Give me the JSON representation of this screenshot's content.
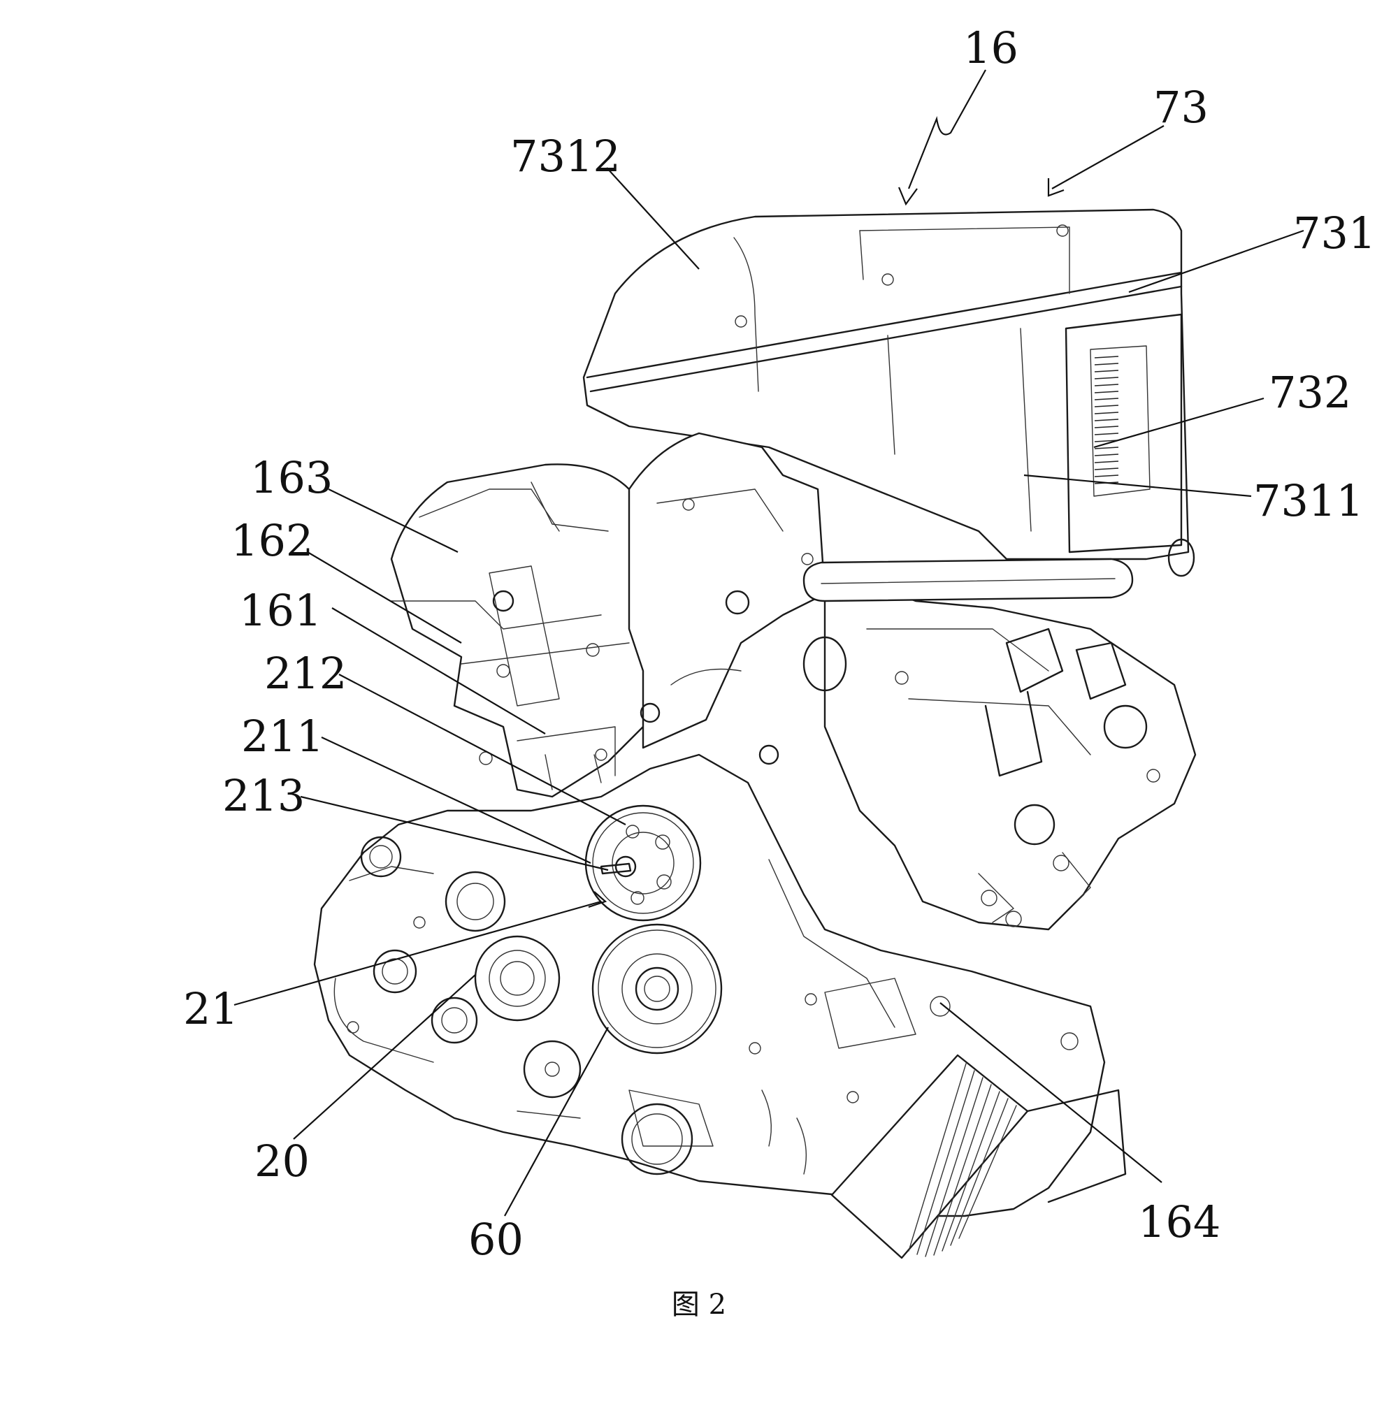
{
  "figure": {
    "caption": "图 2"
  },
  "labels": {
    "l16": "16",
    "l73": "73",
    "l7312": "7312",
    "l731": "731",
    "l732": "732",
    "l7311": "7311",
    "l163": "163",
    "l162": "162",
    "l161": "161",
    "l212": "212",
    "l211": "211",
    "l213": "213",
    "l21": "21",
    "l20": "20",
    "l60": "60",
    "l164": "164"
  }
}
